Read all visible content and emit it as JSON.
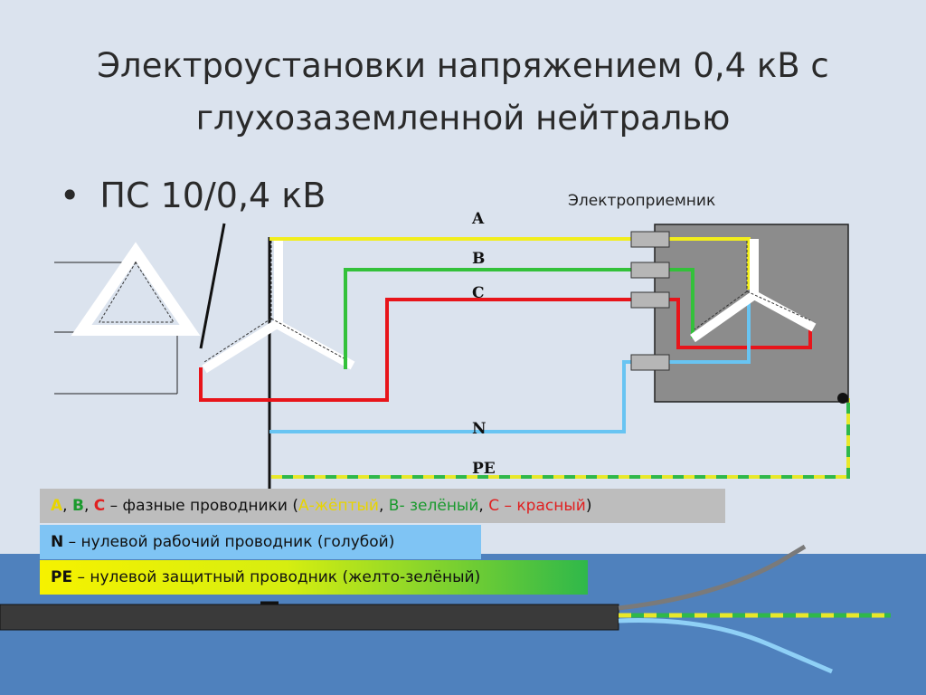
{
  "title_line1": "Электроустановки напряжением 0,4 кВ с",
  "title_line2": "глухозаземленной нейтралью",
  "bullet_text": "ПС 10/0,4 кВ",
  "receiver_label": "Электроприемник",
  "conductors": {
    "a": "A",
    "b": "B",
    "c": "C",
    "n": "N",
    "pe": "PE"
  },
  "legend": {
    "phase": {
      "a": "А",
      "sep1": ", ",
      "b": "В",
      "sep2": ", ",
      "c": "С",
      "dash": " – фазные проводники (",
      "a_desc": "А-жёптый",
      "sep3": ", ",
      "b_desc": "В- зелёный",
      "sep4": ", ",
      "c_desc": "С – красный",
      "close": ")"
    },
    "neutral": {
      "key": "N",
      "text": " – нулевой рабочий проводник (голубой)"
    },
    "pe": {
      "key": "PE",
      "text": " – нулевой защитный проводник (желто-зелёный)"
    }
  },
  "colors": {
    "phase_a": "#f2ee1c",
    "phase_b": "#33c13a",
    "phase_c": "#e8141a",
    "neutral": "#68c4f2",
    "pe_yellow": "#e8e82a",
    "pe_green": "#2fb84a",
    "receiver_box": "#8c8c8c",
    "cable_band": "#4f81bd"
  }
}
